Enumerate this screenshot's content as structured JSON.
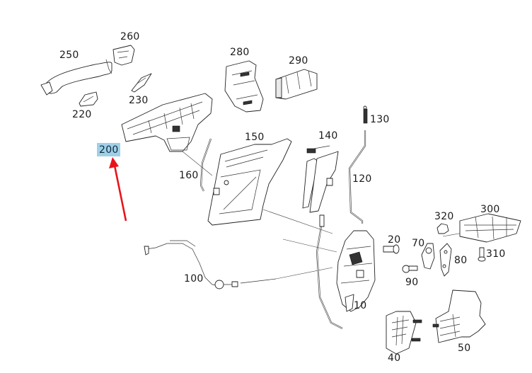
{
  "diagram": {
    "type": "exploded-parts-view",
    "subject": "door lock / handle assembly",
    "highlight_color": "#9fd0e8",
    "arrow_color": "#e8141b",
    "highlighted_part": "200",
    "parts": [
      {
        "id": "10",
        "label": "10"
      },
      {
        "id": "20",
        "label": "20"
      },
      {
        "id": "40",
        "label": "40"
      },
      {
        "id": "50",
        "label": "50"
      },
      {
        "id": "70",
        "label": "70"
      },
      {
        "id": "80",
        "label": "80"
      },
      {
        "id": "90",
        "label": "90"
      },
      {
        "id": "100",
        "label": "100"
      },
      {
        "id": "120",
        "label": "120"
      },
      {
        "id": "130",
        "label": "130"
      },
      {
        "id": "140",
        "label": "140"
      },
      {
        "id": "150",
        "label": "150"
      },
      {
        "id": "160",
        "label": "160"
      },
      {
        "id": "200",
        "label": "200"
      },
      {
        "id": "220",
        "label": "220"
      },
      {
        "id": "230",
        "label": "230"
      },
      {
        "id": "250",
        "label": "250"
      },
      {
        "id": "260",
        "label": "260"
      },
      {
        "id": "280",
        "label": "280"
      },
      {
        "id": "290",
        "label": "290"
      },
      {
        "id": "300",
        "label": "300"
      },
      {
        "id": "310",
        "label": "310"
      },
      {
        "id": "320",
        "label": "320"
      }
    ]
  }
}
